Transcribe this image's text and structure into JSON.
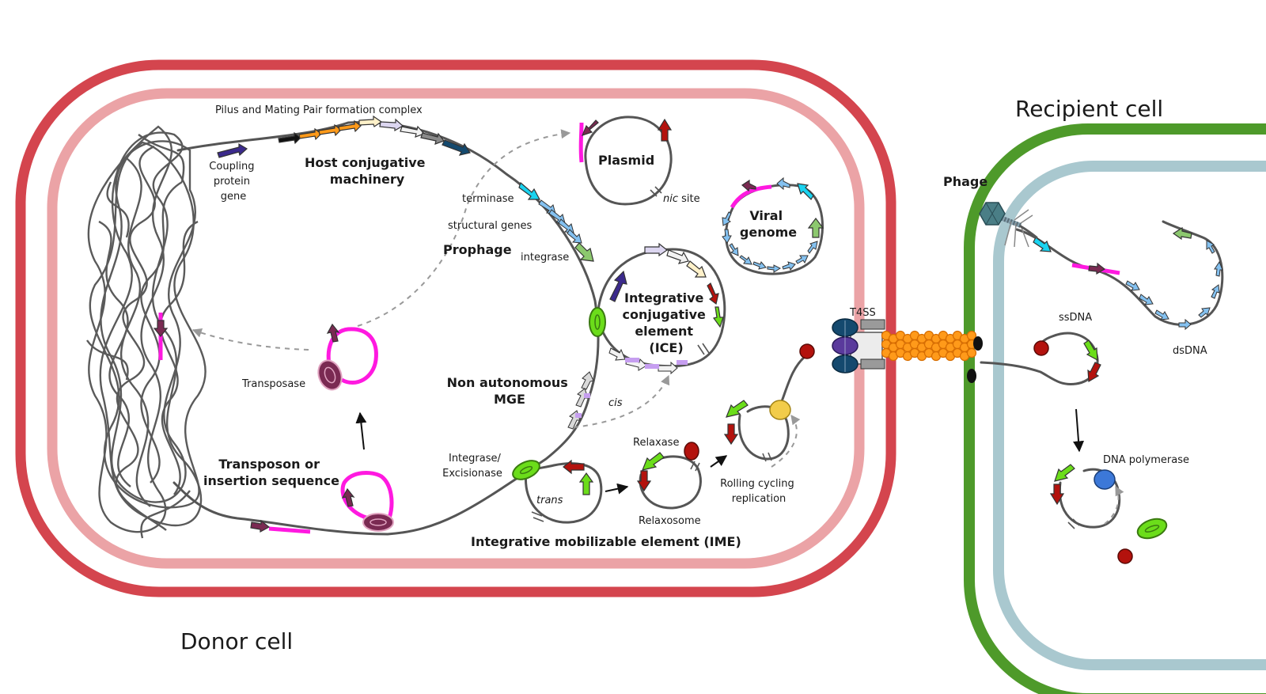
{
  "labels": {
    "donor_cell": "Donor cell",
    "recipient_cell": "Recipient cell",
    "pilus_complex": "Pilus and Mating Pair formation complex",
    "host_machinery": [
      "Host conjugative",
      "machinery"
    ],
    "coupling_gene": [
      "Coupling",
      "protein",
      "gene"
    ],
    "terminase": "terminase",
    "structural_genes": "structural genes",
    "prophage": "Prophage",
    "integrase": "integrase",
    "plasmid": "Plasmid",
    "nic_site_italic": "nic",
    "nic_site_rest": " site",
    "viral_genome": [
      "Viral",
      "genome"
    ],
    "ice": [
      "Integrative",
      "conjugative",
      "element",
      "(ICE)"
    ],
    "non_autonomous": [
      "Non autonomous",
      "MGE"
    ],
    "cis": "cis",
    "trans": "trans",
    "transposase": "Transposase",
    "transposon": [
      "Transposon or",
      "insertion sequence"
    ],
    "integrase_excisionase": [
      "Integrase/",
      "Excisionase"
    ],
    "relaxase": "Relaxase",
    "relaxosome": "Relaxosome",
    "rolling": [
      "Rolling cycling",
      "replication"
    ],
    "ime": "Integrative mobilizable element (IME)",
    "t4ss": "T4SS",
    "phage": "Phage",
    "ssdna": "ssDNA",
    "dsdna": "dsDNA",
    "dna_polymerase": "DNA polymerase"
  },
  "colors": {
    "outer_membrane_donor": "#d4454e",
    "inner_membrane_donor": "#eba3a6",
    "outer_membrane_recipient": "#4e9a2a",
    "inner_membrane_recipient": "#a9c8cf",
    "chromosome": "#555555",
    "magenta": "#ff19e0",
    "maroon": "#7a2a52",
    "purple": "#3b2a8c",
    "orange": "#ff9a1a",
    "light_blue": "#84c1f0",
    "cyan": "#19d3f0",
    "green": "#6bdd1a",
    "dark_red": "#b3120d",
    "yellow": "#f2cc4a",
    "blue": "#3c78d8"
  }
}
